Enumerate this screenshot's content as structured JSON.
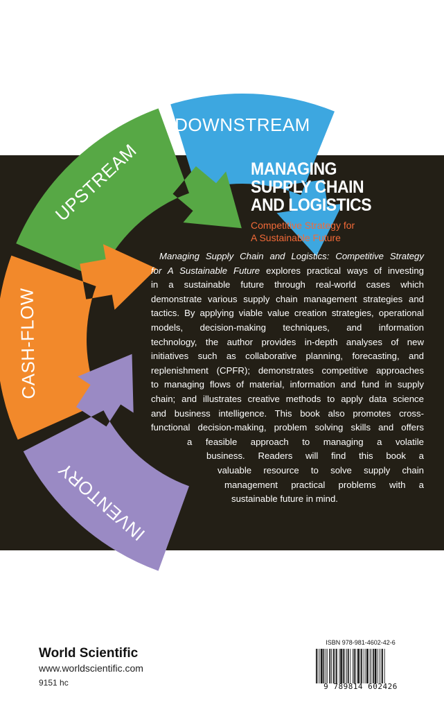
{
  "title_lines": [
    "MANAGING",
    "SUPPLY CHAIN",
    "AND LOGISTICS"
  ],
  "subtitle_lines": [
    "Competitive Strategy for",
    "A Sustainable Future"
  ],
  "blurb": {
    "lead_italic_1": "Managing Supply Chain and Logistics: Competitive Strategy",
    "lead_italic_2": "for A Sustainable Future",
    "l2_rest": " explores practical ways of investing",
    "l3": "in a sustainable future through real-world cases which",
    "l4": "demonstrate various supply chain management strategies and",
    "l5": "tactics. By applying viable value creation strategies, operational",
    "l6": "models, decision-making techniques, and information",
    "l7": "technology, the author provides in-depth analyses of new",
    "l8": "initiatives such as collaborative planning, forecasting, and",
    "l9": "replenishment (CPFR); demonstrates competitive approaches",
    "l10": "to managing flows of material, information and fund in supply",
    "l11": "chain; and illustrates creative methods to apply data science",
    "l12": "and business intelligence. This book also promotes cross-",
    "l13": "functional decision-making, problem solving skills and offers",
    "l14": "a feasible approach to managing a volatile",
    "l15": "business. Readers will find this book a",
    "l16": "valuable resource to solve supply chain",
    "l17": "management practical problems with a",
    "l18": "sustainable future in mind."
  },
  "wheel": {
    "segments": [
      {
        "label": "DOWNSTREAM",
        "color": "#3da7e0"
      },
      {
        "label": "UPSTREAM",
        "color": "#57a845"
      },
      {
        "label": "CASH-FLOW",
        "color": "#f2892b"
      },
      {
        "label": "INVENTORY",
        "color": "#9a8ac4"
      }
    ]
  },
  "publisher": {
    "name": "World Scientific",
    "url": "www.worldscientific.com",
    "code": "9151 hc"
  },
  "barcode": {
    "isbn_label": "ISBN 978-981-4602-42-6",
    "number": "9 789814 602426"
  }
}
